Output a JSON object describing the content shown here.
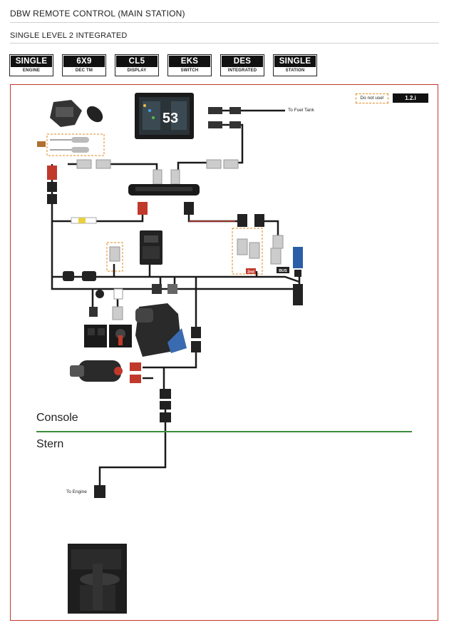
{
  "header": {
    "title": "DBW REMOTE CONTROL (MAIN STATION)",
    "subtitle": "SINGLE LEVEL 2 INTEGRATED"
  },
  "badges": [
    {
      "top": "SINGLE",
      "bottom": "ENGINE"
    },
    {
      "top": "6X9",
      "bottom": "DEC TM"
    },
    {
      "top": "CL5",
      "bottom": "DISPLAY"
    },
    {
      "top": "EKS",
      "bottom": "SWITCH"
    },
    {
      "top": "DES",
      "bottom": "INTEGRATED"
    },
    {
      "top": "SINGLE",
      "bottom": "STATION"
    }
  ],
  "diagram": {
    "do_not_use": "Do not use!",
    "version": "1.2.i",
    "to_fuel_tank": "To Fuel Tank",
    "to_engine": "To Engine",
    "console": "Console",
    "stern": "Stern",
    "display_number": "53",
    "tag_2nd": "2nd",
    "tag_bus": "BUS",
    "colors": {
      "frame": "#c0392b",
      "divider": "#3c8c3c",
      "highlight_box": "#e08a1e",
      "cable": "#1a1a1a",
      "red_cable": "#c0392b"
    }
  }
}
